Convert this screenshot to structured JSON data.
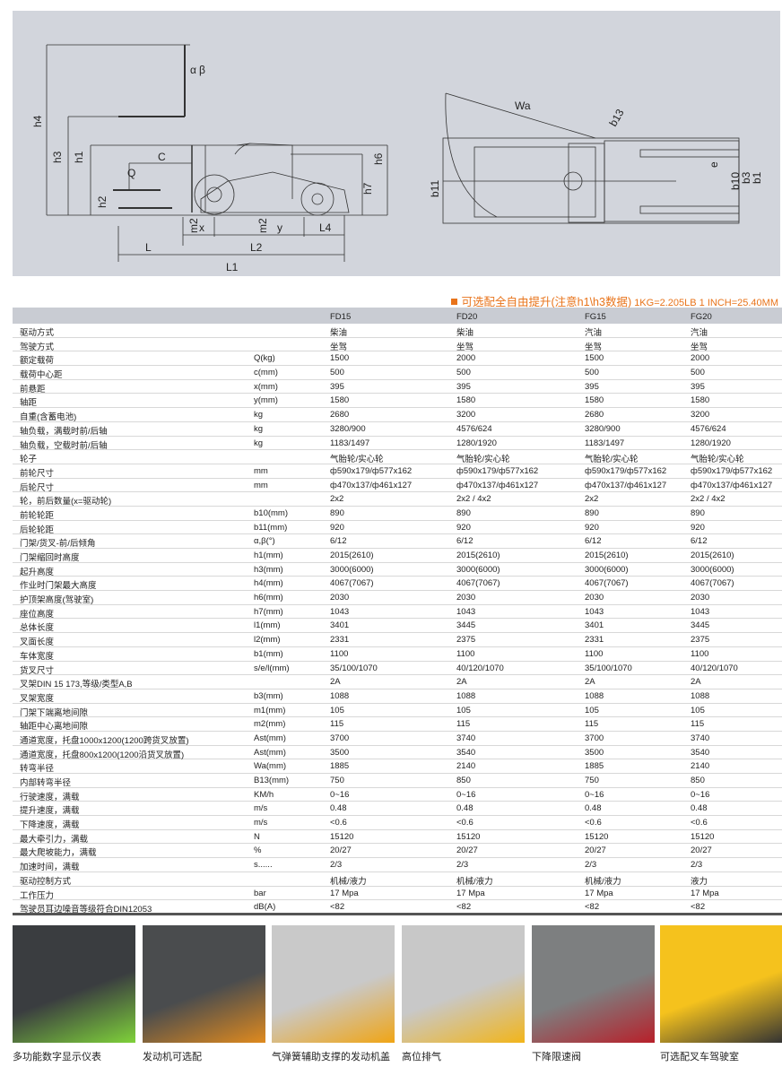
{
  "diagram": {
    "side_labels": [
      "h4",
      "h3",
      "h1",
      "h2",
      "Q",
      "C",
      "α",
      "β",
      "m2",
      "x",
      "m2",
      "y",
      "L4",
      "L",
      "L2",
      "L1",
      "h6",
      "h7"
    ],
    "top_labels": [
      "Wa",
      "b13",
      "b11",
      "e",
      "b10",
      "b3",
      "b1"
    ]
  },
  "note": {
    "title": "可选配全自由提升(注意h1\\h3数据)",
    "conversion": "1KG=2.205LB  1 INCH=25.40MM"
  },
  "table": {
    "models": [
      "FD15",
      "FD20",
      "FG15",
      "FG20"
    ],
    "rows": [
      [
        "驱动方式",
        "",
        "柴油",
        "柴油",
        "汽油",
        "汽油"
      ],
      [
        "驾驶方式",
        "",
        "坐驾",
        "坐驾",
        "坐驾",
        "坐驾"
      ],
      [
        "额定载荷",
        "Q(kg)",
        "1500",
        "2000",
        "1500",
        "2000"
      ],
      [
        "载荷中心距",
        "c(mm)",
        "500",
        "500",
        "500",
        "500"
      ],
      [
        "前悬距",
        "x(mm)",
        "395",
        "395",
        "395",
        "395"
      ],
      [
        "轴距",
        "y(mm)",
        "1580",
        "1580",
        "1580",
        "1580"
      ],
      [
        "自重(含蓄电池)",
        "kg",
        "2680",
        "3200",
        "2680",
        "3200"
      ],
      [
        "轴负载，满载时前/后轴",
        "kg",
        "3280/900",
        "4576/624",
        "3280/900",
        "4576/624"
      ],
      [
        "轴负载，空载时前/后轴",
        "kg",
        "1183/1497",
        "1280/1920",
        "1183/1497",
        "1280/1920"
      ],
      [
        "轮子",
        "",
        "气胎轮/实心轮",
        "气胎轮/实心轮",
        "气胎轮/实心轮",
        "气胎轮/实心轮"
      ],
      [
        "前轮尺寸",
        "mm",
        "ф590x179/ф577x162",
        "ф590x179/ф577x162",
        "ф590x179/ф577x162",
        "ф590x179/ф577x162"
      ],
      [
        "后轮尺寸",
        "mm",
        "ф470x137/ф461x127",
        "ф470x137/ф461x127",
        "ф470x137/ф461x127",
        "ф470x137/ф461x127"
      ],
      [
        "轮，前后数量(x=驱动轮)",
        "",
        "2x2",
        "2x2 / 4x2",
        "2x2",
        "2x2 / 4x2"
      ],
      [
        "前轮轮距",
        "b10(mm)",
        "890",
        "890",
        "890",
        "890"
      ],
      [
        "后轮轮距",
        "b11(mm)",
        "920",
        "920",
        "920",
        "920"
      ],
      [
        "门架/货叉-前/后倾角",
        "α,β(°)",
        "6/12",
        "6/12",
        "6/12",
        "6/12"
      ],
      [
        "门架缩回时高度",
        "h1(mm)",
        "2015(2610)",
        "2015(2610)",
        "2015(2610)",
        "2015(2610)"
      ],
      [
        "起升高度",
        "h3(mm)",
        "3000(6000)",
        "3000(6000)",
        "3000(6000)",
        "3000(6000)"
      ],
      [
        "作业时门架最大高度",
        "h4(mm)",
        "4067(7067)",
        "4067(7067)",
        "4067(7067)",
        "4067(7067)"
      ],
      [
        "护顶架高度(驾驶室)",
        "h6(mm)",
        "2030",
        "2030",
        "2030",
        "2030"
      ],
      [
        "座位高度",
        "h7(mm)",
        "1043",
        "1043",
        "1043",
        "1043"
      ],
      [
        "总体长度",
        "l1(mm)",
        "3401",
        "3445",
        "3401",
        "3445"
      ],
      [
        "叉面长度",
        "l2(mm)",
        "2331",
        "2375",
        "2331",
        "2375"
      ],
      [
        "车体宽度",
        "b1(mm)",
        "1100",
        "1100",
        "1100",
        "1100"
      ],
      [
        "货叉尺寸",
        "s/e/l(mm)",
        "35/100/1070",
        "40/120/1070",
        "35/100/1070",
        "40/120/1070"
      ],
      [
        "叉架DIN 15 173,等级/类型A,B",
        "",
        "2A",
        "2A",
        "2A",
        "2A"
      ],
      [
        "叉架宽度",
        "b3(mm)",
        "1088",
        "1088",
        "1088",
        "1088"
      ],
      [
        "门架下端离地间隙",
        "m1(mm)",
        "105",
        "105",
        "105",
        "105"
      ],
      [
        "轴距中心离地间隙",
        "m2(mm)",
        "115",
        "115",
        "115",
        "115"
      ],
      [
        "通道宽度，托盘1000x1200(1200跨货叉放置)",
        "Ast(mm)",
        "3700",
        "3740",
        "3700",
        "3740"
      ],
      [
        "通道宽度，托盘800x1200(1200沿货叉放置)",
        "Ast(mm)",
        "3500",
        "3540",
        "3500",
        "3540"
      ],
      [
        "转弯半径",
        "Wa(mm)",
        "1885",
        "2140",
        "1885",
        "2140"
      ],
      [
        "内部转弯半径",
        "B13(mm)",
        "750",
        "850",
        "750",
        "850"
      ],
      [
        "行驶速度，满载",
        "KM/h",
        "0~16",
        "0~16",
        "0~16",
        "0~16"
      ],
      [
        "提升速度，满载",
        "m/s",
        "0.48",
        "0.48",
        "0.48",
        "0.48"
      ],
      [
        "下降速度，满载",
        "m/s",
        "<0.6",
        "<0.6",
        "<0.6",
        "<0.6"
      ],
      [
        "最大牵引力，满载",
        "N",
        "15120",
        "15120",
        "15120",
        "15120"
      ],
      [
        "最大爬坡能力，满载",
        "%",
        "20/27",
        "20/27",
        "20/27",
        "20/27"
      ],
      [
        "加速时间，满载",
        "s......",
        "2/3",
        "2/3",
        "2/3",
        "2/3"
      ],
      [
        "驱动控制方式",
        "",
        "机械/液力",
        "机械/液力",
        "机械/液力",
        "液力"
      ],
      [
        "工作压力",
        "bar",
        "17 Mpa",
        "17 Mpa",
        "17 Mpa",
        "17 Mpa"
      ],
      [
        "驾驶员耳边噪音等级符合DIN12053",
        "dB(A)",
        "<82",
        "<82",
        "<82",
        "<82"
      ]
    ]
  },
  "photos": [
    {
      "caption": "多功能数字显示仪表",
      "bg": "#3a3d40",
      "accent": "#7fd23a"
    },
    {
      "caption": "发动机可选配",
      "bg": "#4a4c4e",
      "accent": "#e08a1e"
    },
    {
      "caption": "气弹簧辅助支撑的发动机盖",
      "bg": "#c9c9c9",
      "accent": "#f0a515"
    },
    {
      "caption": "高位排气",
      "bg": "#c8c8c8",
      "accent": "#f2b51a"
    },
    {
      "caption": "下降限速阀",
      "bg": "#7d7f80",
      "accent": "#b8202a"
    },
    {
      "caption": "可选配叉车驾驶室",
      "bg": "#f5c21d",
      "accent": "#333"
    }
  ]
}
